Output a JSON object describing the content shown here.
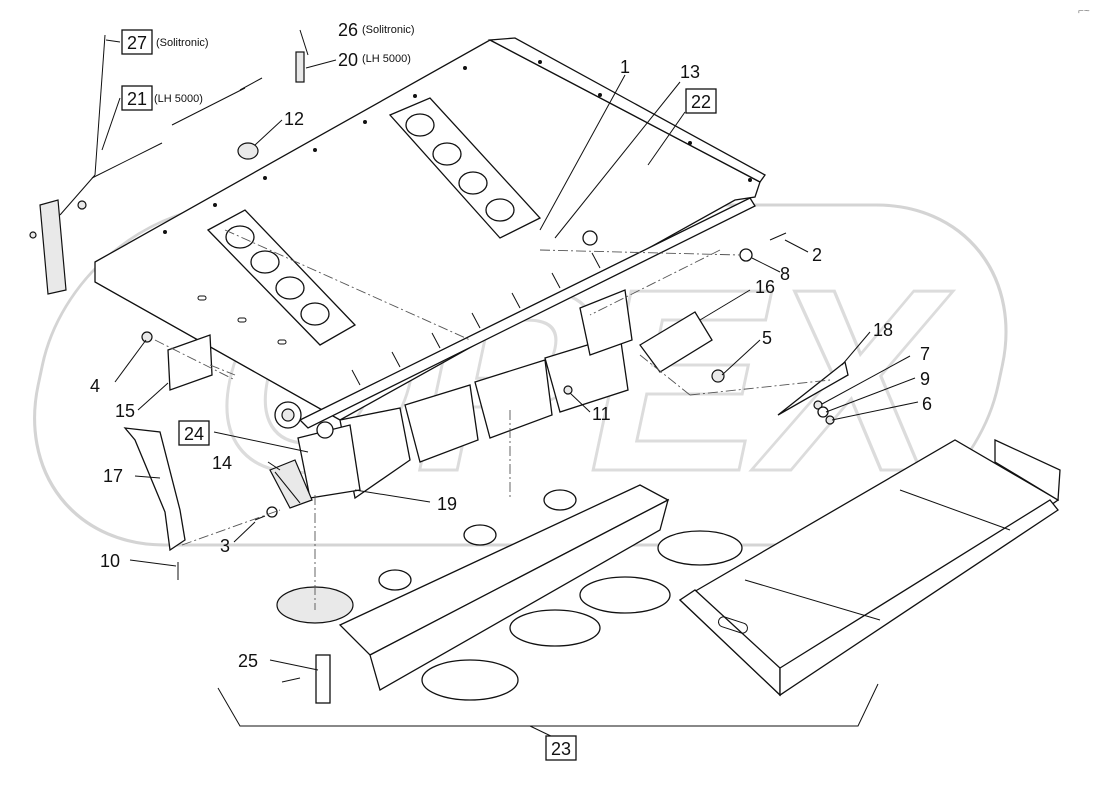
{
  "labels": [
    {
      "id": "1",
      "text": "1"
    },
    {
      "id": "2",
      "text": "2"
    },
    {
      "id": "3",
      "text": "3"
    },
    {
      "id": "4",
      "text": "4"
    },
    {
      "id": "5",
      "text": "5"
    },
    {
      "id": "6",
      "text": "6"
    },
    {
      "id": "7",
      "text": "7"
    },
    {
      "id": "8",
      "text": "8"
    },
    {
      "id": "9",
      "text": "9"
    },
    {
      "id": "10",
      "text": "10"
    },
    {
      "id": "11",
      "text": "11"
    },
    {
      "id": "12",
      "text": "12"
    },
    {
      "id": "13",
      "text": "13"
    },
    {
      "id": "14",
      "text": "14"
    },
    {
      "id": "15",
      "text": "15"
    },
    {
      "id": "16",
      "text": "16"
    },
    {
      "id": "17",
      "text": "17"
    },
    {
      "id": "18",
      "text": "18"
    },
    {
      "id": "19",
      "text": "19"
    },
    {
      "id": "20",
      "text": "20"
    },
    {
      "id": "21",
      "text": "21"
    },
    {
      "id": "22",
      "text": "22"
    },
    {
      "id": "23",
      "text": "23"
    },
    {
      "id": "24",
      "text": "24"
    },
    {
      "id": "25",
      "text": "25"
    },
    {
      "id": "26",
      "text": "26"
    },
    {
      "id": "27",
      "text": "27"
    }
  ],
  "notes": {
    "solitronic_27": "(Solitronic)",
    "lh5000_21": "(LH 5000)",
    "solitronic_26": "(Solitronic)",
    "lh5000_20": "(LH 5000)"
  },
  "watermark": "OPEX",
  "corner_mark": "⌐~"
}
